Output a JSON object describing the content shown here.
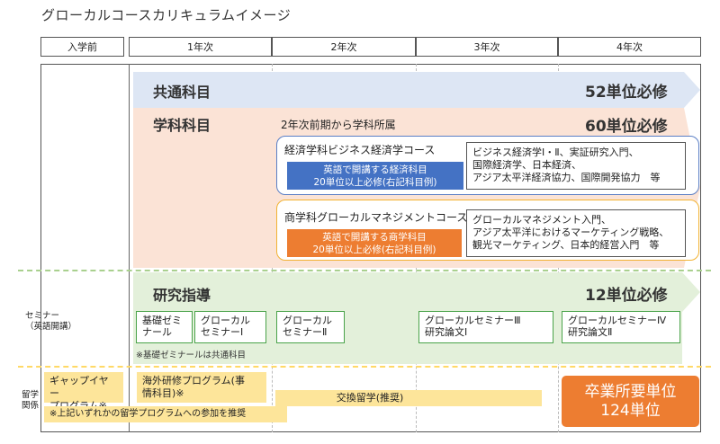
{
  "title": "グローカルコースカリキュラムイメージ",
  "headers": [
    "入学前",
    "1年次",
    "2年次",
    "3年次",
    "4年次"
  ],
  "left_labels": {
    "seminar": "セミナー\n（英語開講）",
    "study_abroad": "留学\n関係"
  },
  "common": {
    "label": "共通科目",
    "units": "52単位必修"
  },
  "dept": {
    "label": "学科科目",
    "note": "2年次前期から学科所属",
    "units": "60単位必修"
  },
  "economics": {
    "course": "経済学科ビジネス経済学コース",
    "tag": "英語で開講する経済科目\n20単位以上必修(右記科目例)",
    "subjects": "ビジネス経済学Ⅰ・Ⅱ、実証研究入門、\n国際経済学、日本経済、\nアジア太平洋経済協力、国際開発協力　等"
  },
  "commerce": {
    "course": "商学科グローカルマネジメントコース",
    "tag": "英語で開講する商学科目\n20単位以上必修(右記科目例)",
    "subjects": "グローカルマネジメント入門、\nアジア太平洋におけるマーケティング戦略、\n観光マーケティング、日本的経営入門　等"
  },
  "research": {
    "label": "研究指導",
    "units": "12単位必修"
  },
  "seminars": {
    "basic": "基礎ゼミ\nナール",
    "s1": "グローカル\nセミナーⅠ",
    "s2": "グローカル\nセミナーⅡ",
    "s3": "グローカルセミナーⅢ\n研究論文Ⅰ",
    "s4": "グローカルセミナーⅣ\n研究論文Ⅱ",
    "note": "※基礎ゼミナールは共通科目"
  },
  "abroad": {
    "gap": "ギャップイヤー\nプログラム※",
    "training": "海外研修プログラム(事\n情科目)※",
    "exchange": "交換留学(推奨)",
    "note": "※上記いずれかの留学プログラムへの参加を推奨",
    "graduation": "卒業所要単位\n124単位"
  },
  "colors": {
    "common_band": "#dde6f4",
    "dept_band": "#fbe3d6",
    "research_band": "#e3f0da",
    "econ_tag": "#4472c4",
    "commerce_tag": "#ed7d31",
    "graduation": "#ed7d31",
    "yellow": "#fde59a",
    "green_dash": "#a9d08e",
    "yellow_dash": "#ffd966"
  }
}
